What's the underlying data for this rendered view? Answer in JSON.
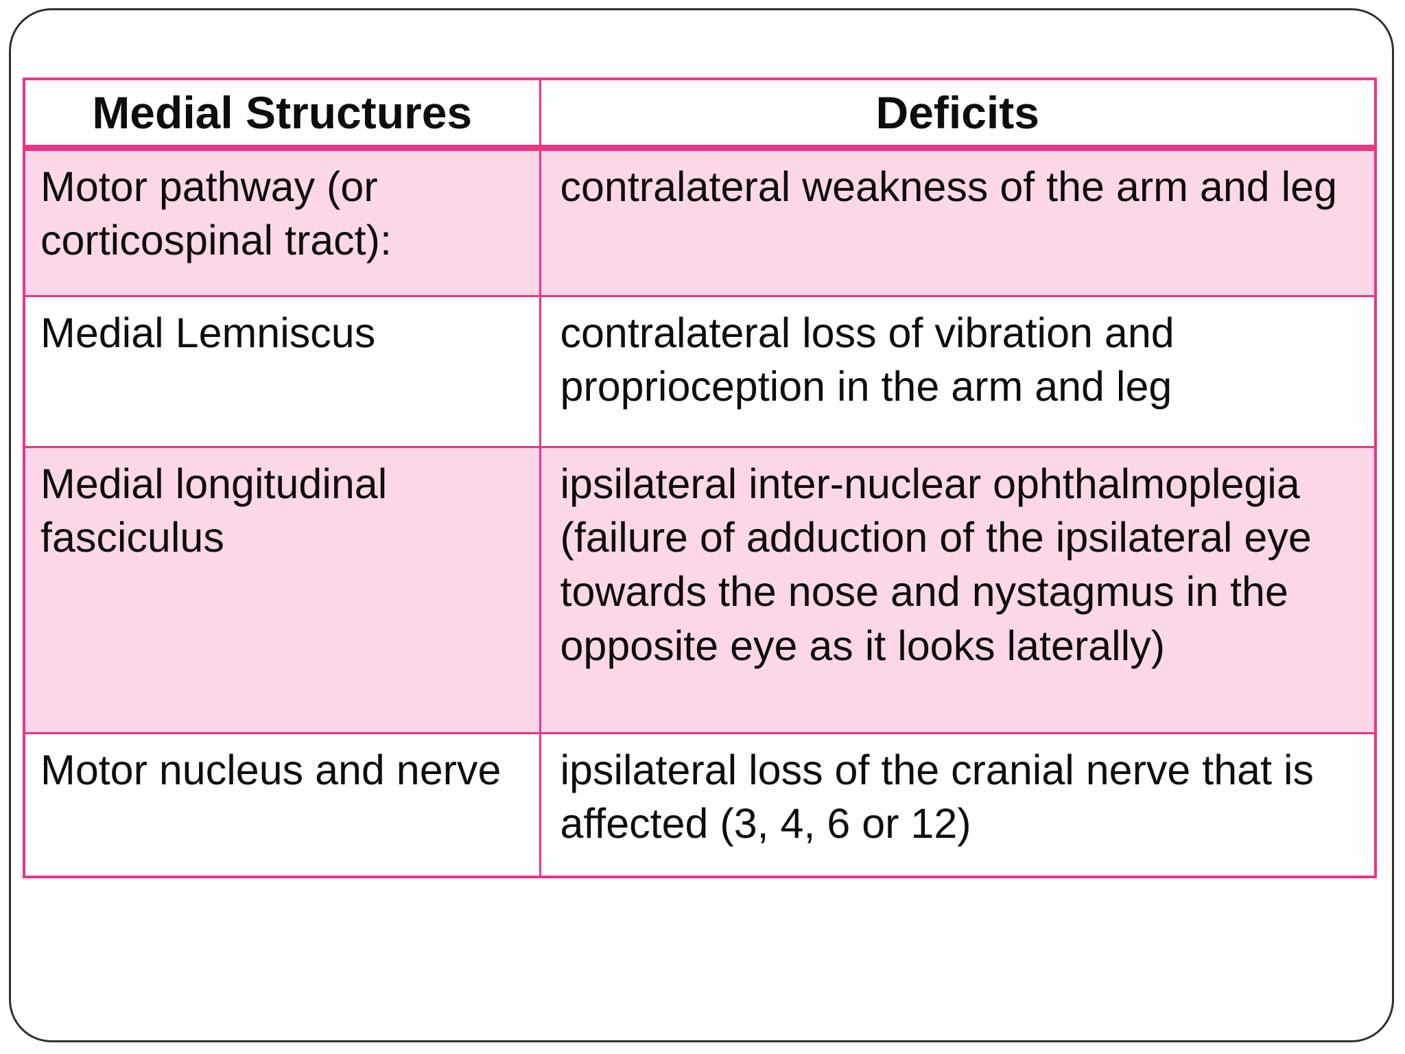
{
  "table": {
    "columns": [
      {
        "label": "Medial Structures"
      },
      {
        "label": "Deficits"
      }
    ],
    "rows": [
      {
        "structure": "Motor pathway (or corticospinal tract):",
        "deficit": "contralateral weakness of the arm and leg",
        "shaded": true
      },
      {
        "structure": "Medial Lemniscus",
        "deficit": "contralateral loss of vibration and proprioception in the arm and leg",
        "shaded": false
      },
      {
        "structure": "Medial longitudinal fasciculus",
        "deficit": "ipsilateral inter-nuclear ophthalmoplegia (failure of adduction of the ipsilateral eye towards the nose and nystagmus in the opposite eye as it looks laterally)",
        "shaded": true
      },
      {
        "structure": "Motor nucleus and nerve",
        "deficit": "ipsilateral loss of the cranial nerve that is affected (3, 4, 6 or 12)",
        "shaded": false
      }
    ]
  },
  "theme": {
    "accent_pink": "#ee3385",
    "row_pink": "#fbd7e7",
    "row_white": "#fdfefe",
    "frame_border": "#2f2f2f",
    "text_color": "#0d0d0d"
  }
}
